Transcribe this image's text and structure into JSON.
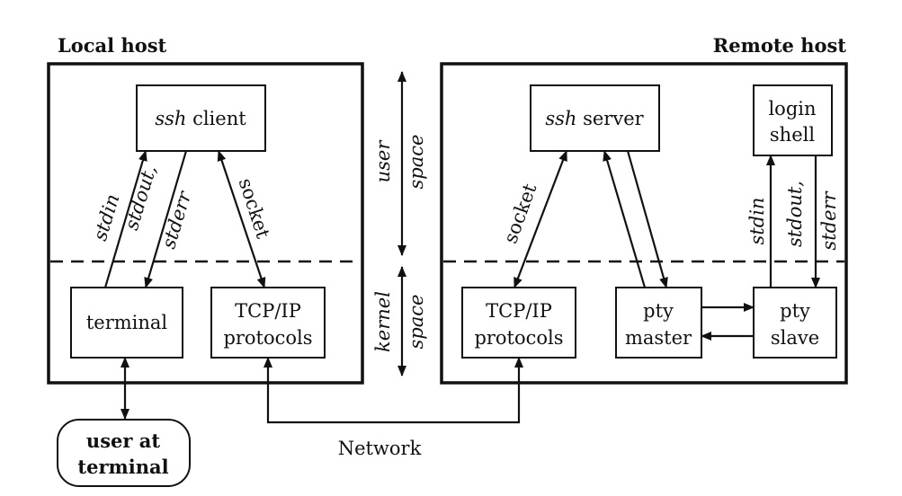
{
  "local_host": {
    "title": "Local host",
    "ssh_client": {
      "italic": "ssh",
      "text": " client"
    },
    "terminal": "terminal",
    "tcpip": {
      "line1": "TCP/IP",
      "line2": "protocols"
    },
    "arrows": {
      "stdin": "stdin",
      "stdout": "stdout,",
      "stderr": "stderr",
      "socket": "socket"
    }
  },
  "remote_host": {
    "title": "Remote host",
    "ssh_server": {
      "italic": "ssh",
      "text": " server"
    },
    "login_shell": {
      "line1": "login",
      "line2": "shell"
    },
    "tcpip": {
      "line1": "TCP/IP",
      "line2": "protocols"
    },
    "pty_master": {
      "line1": "pty",
      "line2": "master"
    },
    "pty_slave": {
      "line1": "pty",
      "line2": "slave"
    },
    "arrows": {
      "stdin": "stdin",
      "stdout": "stdout,",
      "stderr": "stderr",
      "socket": "socket"
    }
  },
  "space_labels": {
    "user": "user",
    "user_space": "space",
    "kernel": "kernel",
    "kernel_space": "space"
  },
  "user_terminal": {
    "line1": "user at",
    "line2": "terminal"
  },
  "network": "Network"
}
